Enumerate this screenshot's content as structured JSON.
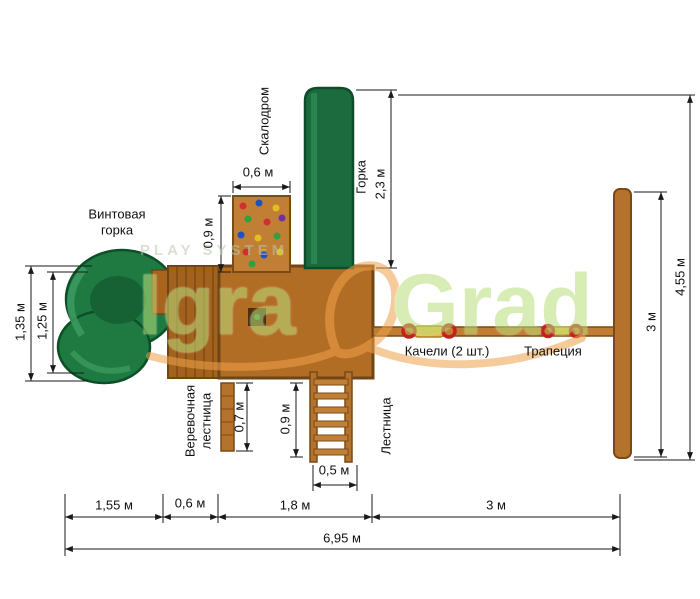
{
  "watermark": {
    "tagline": "PLAY SYSTEM",
    "brand_left": "Igra",
    "brand_right": "Grad"
  },
  "labels": {
    "spiral_slide_1": "Винтовая",
    "spiral_slide_2": "горка",
    "climbing_wall": "Скалодром",
    "slide": "Горка",
    "swings": "Качели (2 шт.)",
    "trapeze": "Трапеция",
    "rope_ladder_1": "Веревочная",
    "rope_ladder_2": "лестница",
    "ladder": "Лестница"
  },
  "dimensions": {
    "climbing_wall_width": "0,6 м",
    "climbing_wall_depth": "0,9 м",
    "slide_length": "2,3 м",
    "overall_depth": "4,55 м",
    "swing_bay_depth": "3 м",
    "spiral_outer_depth": "1,35 м",
    "spiral_inner_depth": "1,25 м",
    "rope_ladder_length": "0,7 м",
    "stairs_length": "0,9 м",
    "stairs_width": "0,5 м",
    "bay_spiral": "1,55 м",
    "bay_rope_ladder": "0,6 м",
    "bay_platform": "1,8 м",
    "bay_swings": "3 м",
    "overall_width": "6,95 м"
  },
  "colors": {
    "wood": "#b5722d",
    "wood_dark": "#6f4516",
    "slide_green": "#1c6b3e",
    "line": "#1a1a1a",
    "watermark_green": "#b9e07b",
    "watermark_orange": "#f0a24a",
    "swing_red": "#c42020",
    "seat_yellow": "#e8b84a"
  }
}
